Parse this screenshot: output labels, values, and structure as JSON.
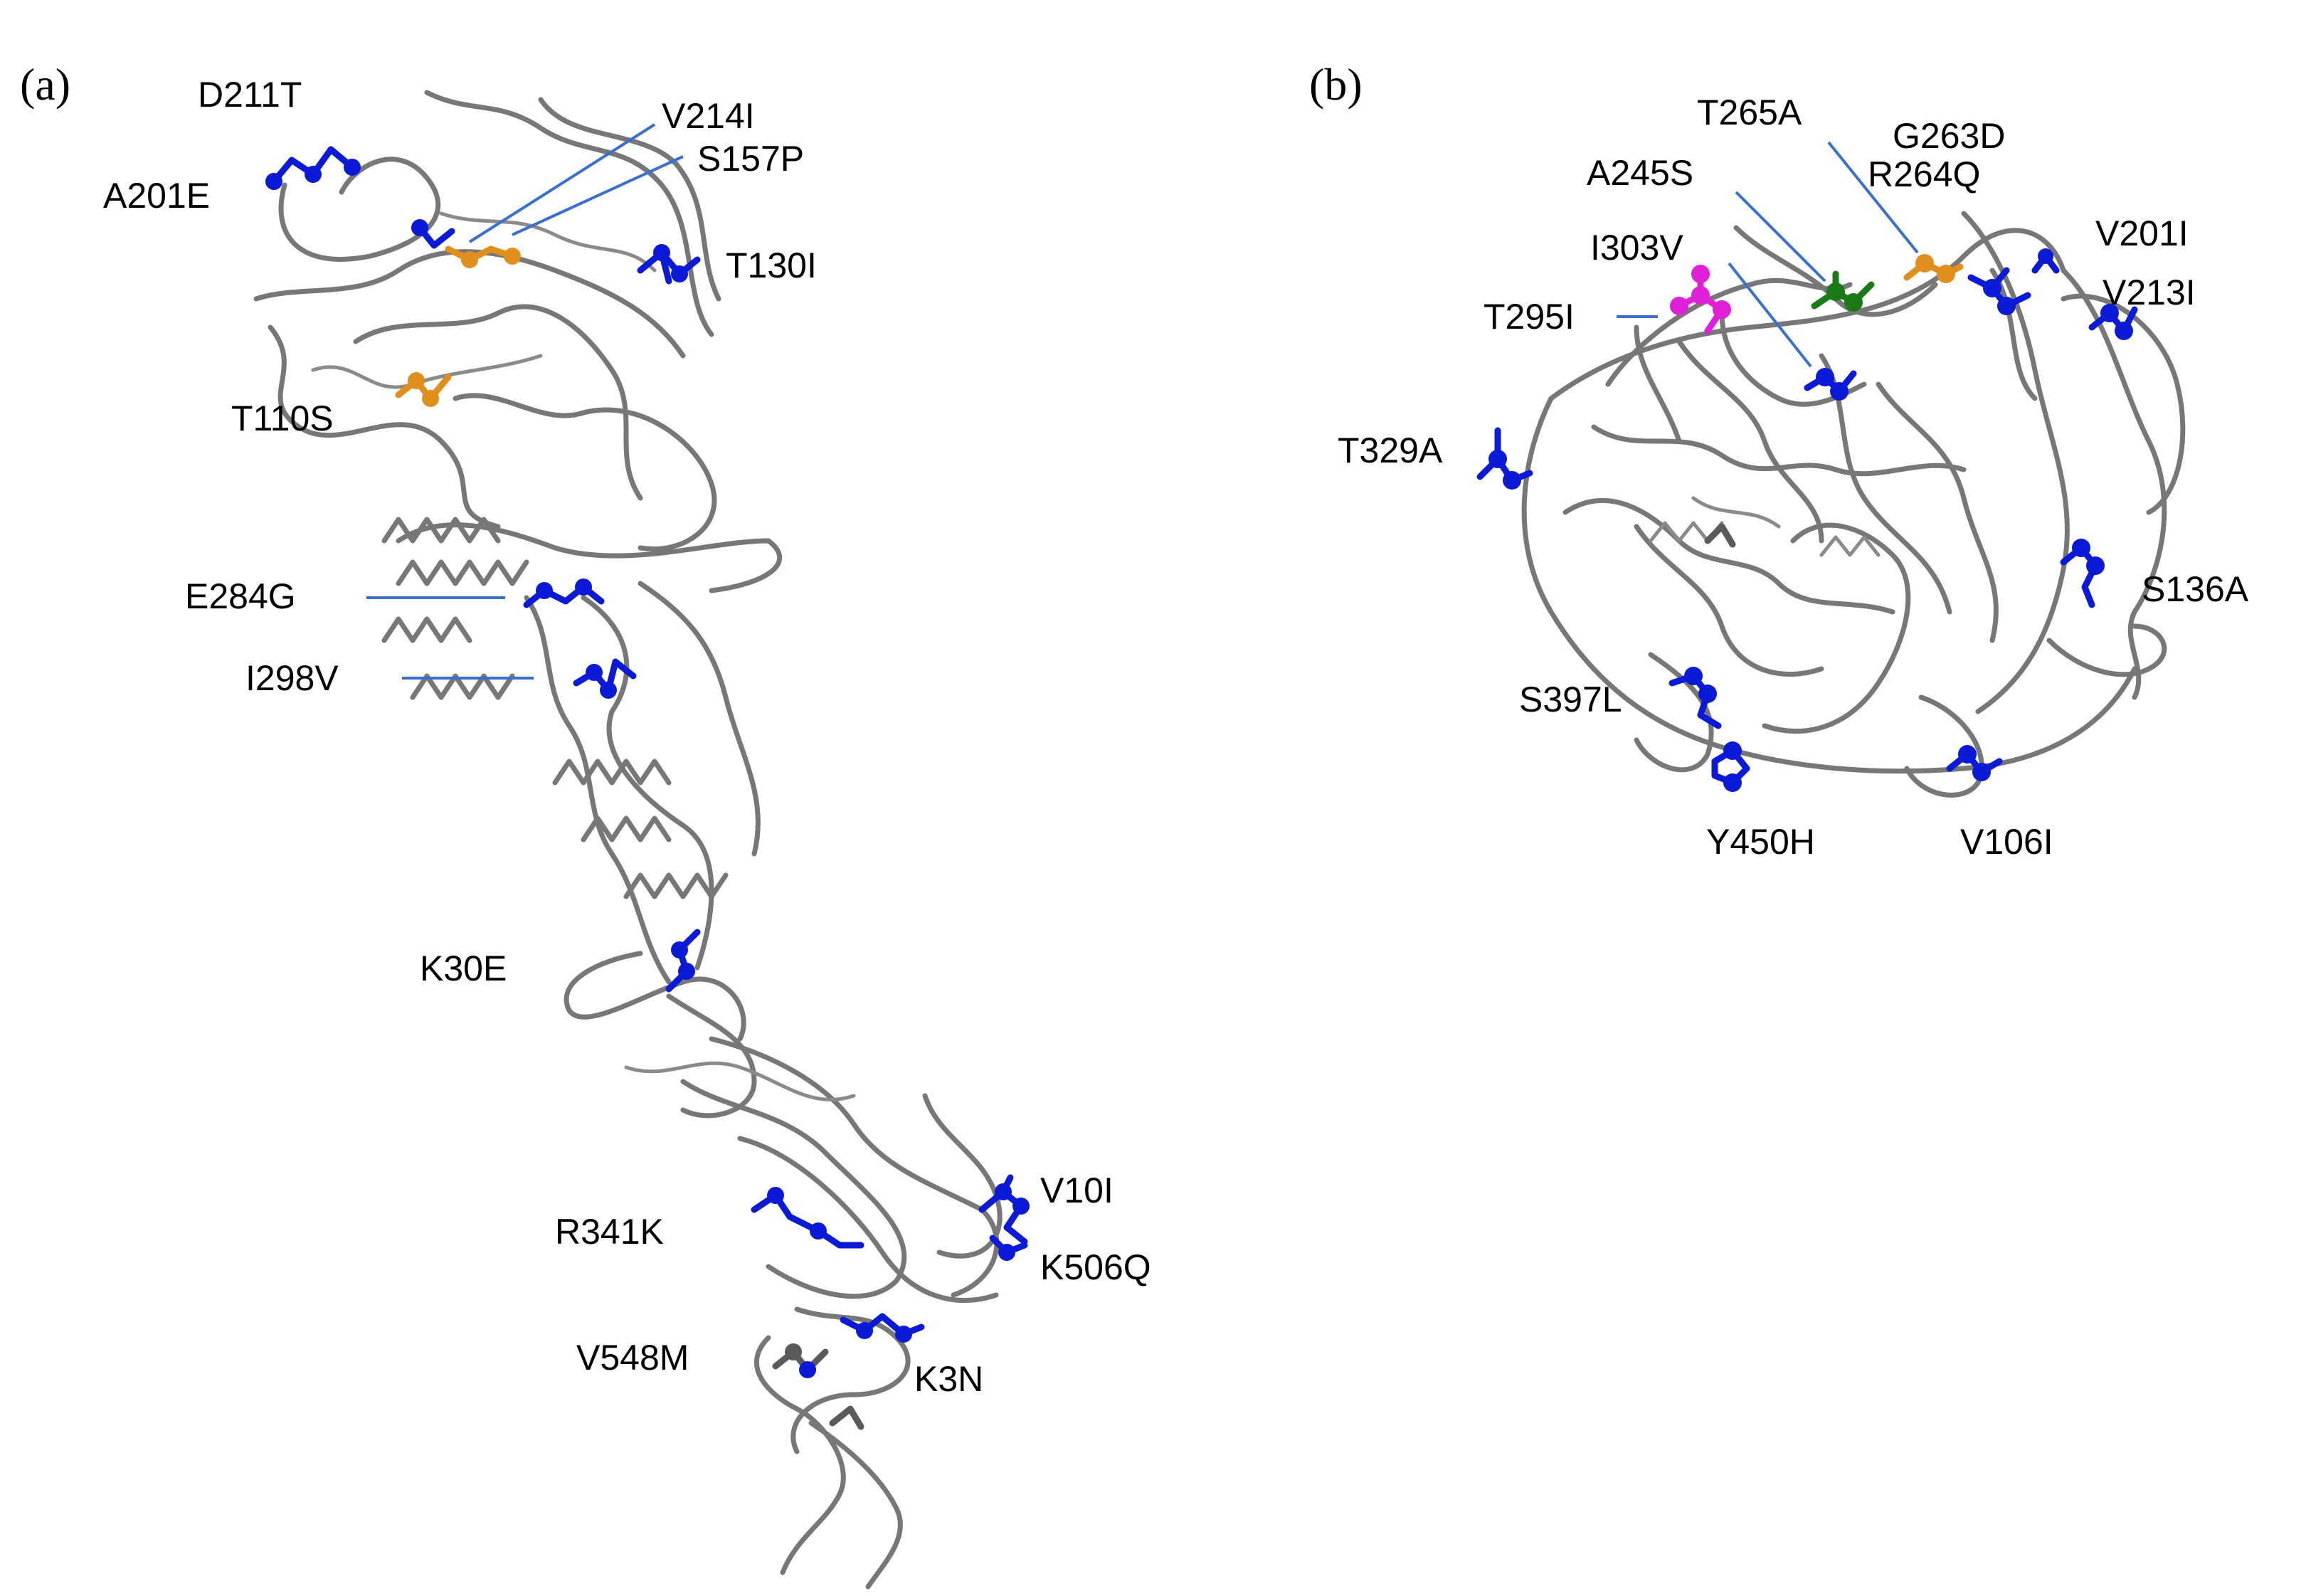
{
  "panels": {
    "a": {
      "label": "(a)"
    },
    "b": {
      "label": "(b)"
    }
  },
  "colors": {
    "backbone": "#777777",
    "residue_blue": "#0b1ad6",
    "residue_orange": "#e08e1c",
    "residue_green": "#1a7a16",
    "residue_magenta": "#e020d8",
    "residue_gray": "#5a5a5a",
    "leader_line": "#3a6fd0"
  },
  "mutations_a": [
    {
      "id": "D211T",
      "label": "D211T",
      "color": "residue_blue"
    },
    {
      "id": "V214I",
      "label": "V214I",
      "color": "residue_orange"
    },
    {
      "id": "S157P",
      "label": "S157P",
      "color": "residue_orange"
    },
    {
      "id": "A201E",
      "label": "A201E",
      "color": "residue_blue"
    },
    {
      "id": "T130I",
      "label": "T130I",
      "color": "residue_blue"
    },
    {
      "id": "T110S",
      "label": "T110S",
      "color": "residue_orange"
    },
    {
      "id": "E284G",
      "label": "E284G",
      "color": "residue_blue"
    },
    {
      "id": "I298V",
      "label": "I298V",
      "color": "residue_blue"
    },
    {
      "id": "K30E",
      "label": "K30E",
      "color": "residue_blue"
    },
    {
      "id": "V10I",
      "label": "V10I",
      "color": "residue_blue"
    },
    {
      "id": "R341K",
      "label": "R341K",
      "color": "residue_blue"
    },
    {
      "id": "K506Q",
      "label": "K506Q",
      "color": "residue_blue"
    },
    {
      "id": "V548M",
      "label": "V548M",
      "color": "residue_gray"
    },
    {
      "id": "K3N",
      "label": "K3N",
      "color": "residue_blue"
    }
  ],
  "mutations_b": [
    {
      "id": "T265A",
      "label": "T265A",
      "color": "residue_orange"
    },
    {
      "id": "G263D",
      "label": "G263D",
      "color": "residue_orange"
    },
    {
      "id": "A245S",
      "label": "A245S",
      "color": "residue_green"
    },
    {
      "id": "R264Q",
      "label": "R264Q",
      "color": "residue_orange"
    },
    {
      "id": "I303V",
      "label": "I303V",
      "color": "residue_blue"
    },
    {
      "id": "V201I",
      "label": "V201I",
      "color": "residue_blue"
    },
    {
      "id": "V213I",
      "label": "V213I",
      "color": "residue_blue"
    },
    {
      "id": "T295I",
      "label": "T295I",
      "color": "residue_magenta"
    },
    {
      "id": "T329A",
      "label": "T329A",
      "color": "residue_blue"
    },
    {
      "id": "S136A",
      "label": "S136A",
      "color": "residue_blue"
    },
    {
      "id": "S397L",
      "label": "S397L",
      "color": "residue_blue"
    },
    {
      "id": "Y450H",
      "label": "Y450H",
      "color": "residue_blue"
    },
    {
      "id": "V106I",
      "label": "V106I",
      "color": "residue_blue"
    }
  ]
}
